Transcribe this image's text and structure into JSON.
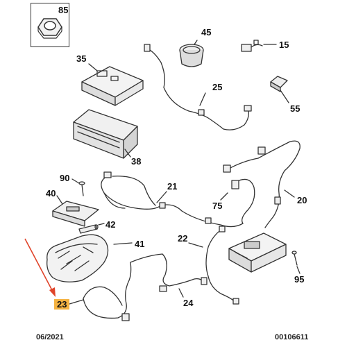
{
  "inset_part": {
    "label": "85"
  },
  "callouts": [
    {
      "id": "45",
      "label": "45"
    },
    {
      "id": "15",
      "label": "15"
    },
    {
      "id": "35",
      "label": "35"
    },
    {
      "id": "25",
      "label": "25"
    },
    {
      "id": "55",
      "label": "55"
    },
    {
      "id": "38",
      "label": "38"
    },
    {
      "id": "90",
      "label": "90"
    },
    {
      "id": "21",
      "label": "21"
    },
    {
      "id": "40",
      "label": "40"
    },
    {
      "id": "75",
      "label": "75"
    },
    {
      "id": "20",
      "label": "20"
    },
    {
      "id": "42",
      "label": "42"
    },
    {
      "id": "41",
      "label": "41"
    },
    {
      "id": "22",
      "label": "22"
    },
    {
      "id": "95",
      "label": "95"
    },
    {
      "id": "24",
      "label": "24"
    },
    {
      "id": "23",
      "label": "23",
      "highlight": true
    }
  ],
  "footer": {
    "date": "06/2021",
    "reference": "00106611"
  },
  "colors": {
    "highlight": "#f5b342",
    "arrow": "#e0442a",
    "line": "#333333"
  }
}
